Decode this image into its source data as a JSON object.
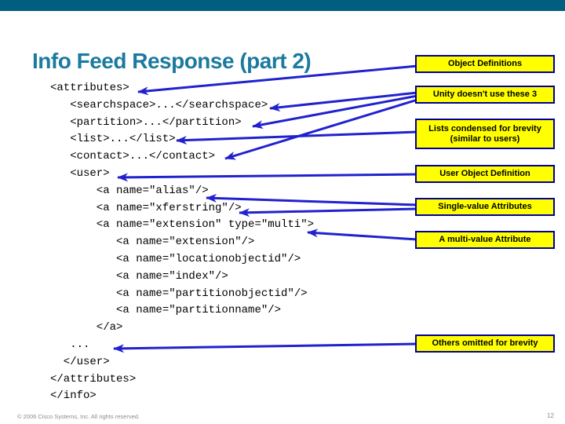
{
  "slide": {
    "title": "Info Feed Response (part 2)",
    "footer": {
      "copyright": "© 2006 Cisco Systems, Inc. All rights reserved.",
      "page_number": "12"
    }
  },
  "code": {
    "lines": [
      {
        "text": "<attributes>"
      },
      {
        "text": "   <searchspace>...</searchspace>"
      },
      {
        "text": "   <partition>...</partition>"
      },
      {
        "text": "   <list>...</list>"
      },
      {
        "text": "   <contact>...</contact>"
      },
      {
        "text": "   <user>"
      },
      {
        "text": "       <a name=\"alias\"/>"
      },
      {
        "text": "       <a name=\"xferstring\"/>"
      },
      {
        "text": "       <a name=\"extension\" type=\"multi\">"
      },
      {
        "text": "          <a name=\"extension\"/>"
      },
      {
        "text": "          <a name=\"locationobjectid\"/>"
      },
      {
        "text": "          <a name=\"index\"/>"
      },
      {
        "text": "          <a name=\"partitionobjectid\"/>"
      },
      {
        "text": "          <a name=\"partitionname\"/>"
      },
      {
        "text": "       </a>"
      },
      {
        "text": "   ..."
      },
      {
        "text": "  </user>"
      },
      {
        "text": "</attributes>"
      },
      {
        "text": "</info>"
      }
    ]
  },
  "callouts": [
    {
      "label": "Object Definitions",
      "points_to": "<attributes>"
    },
    {
      "label": "Unity doesn't use these 3",
      "points_to": "searchspace, partition, contact"
    },
    {
      "label": "Lists condensed for brevity (similar to users)",
      "points_to": "list"
    },
    {
      "label": "User Object Definition",
      "points_to": "<user>"
    },
    {
      "label": "Single-value Attributes",
      "points_to": "alias, xferstring"
    },
    {
      "label": "A multi-value Attribute",
      "points_to": "extension multi"
    },
    {
      "label": "Others omitted for brevity",
      "points_to": "..."
    }
  ],
  "colors": {
    "topbar": "#015E81",
    "title": "#1B7A9E",
    "callout_fill": "#FFFF00",
    "callout_border": "#000099",
    "arrow": "#2121CE",
    "footer_text": "#8C8C8C"
  }
}
